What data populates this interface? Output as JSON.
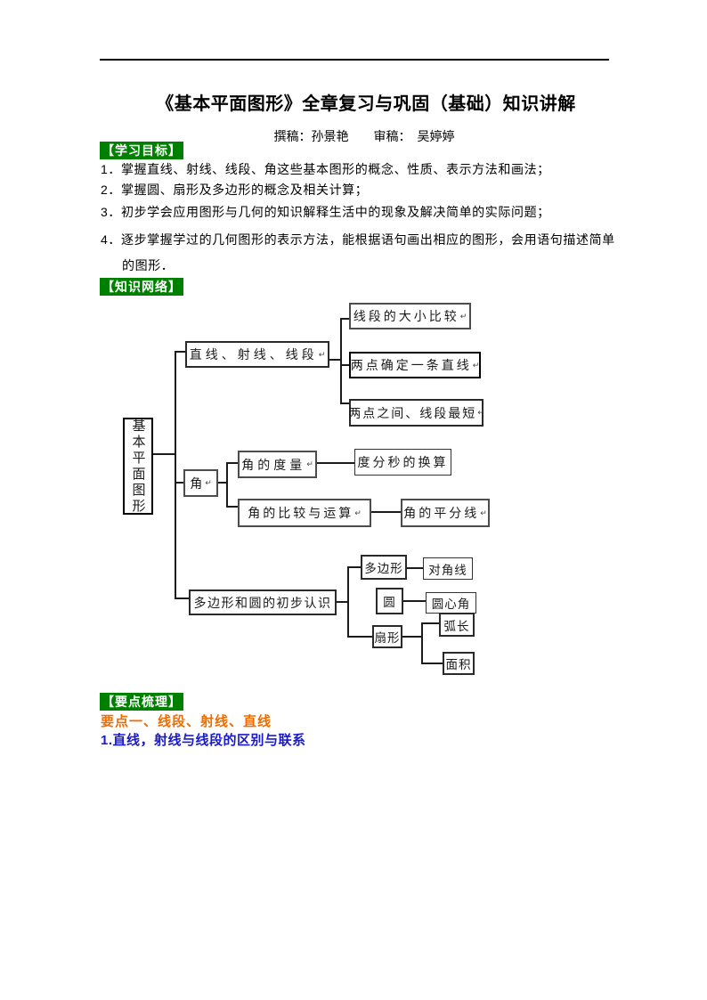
{
  "doc": {
    "title": "《基本平面图形》全章复习与巩固（基础）知识讲解",
    "byline": "撰稿：孙景艳　　审稿：　吴婷婷"
  },
  "objectives": {
    "heading": "【学习目标】",
    "items": [
      "1．掌握直线、射线、线段、角这些基本图形的概念、性质、表示方法和画法；",
      "2．掌握圆、扇形及多边形的概念及相关计算；",
      "3．初步学会应用图形与几何的知识解释生活中的现象及解决简单的实际问题；",
      "4．逐步掌握学过的几何图形的表示方法，能根据语句画出相应的图形，会用语句描述简单",
      "的图形．"
    ]
  },
  "network": {
    "heading": "【知识网络】"
  },
  "key_points": {
    "heading": "【要点梳理】",
    "point_one": "要点一、线段、射线、直线",
    "sub_one": "1.直线，射线与线段的区别与联系"
  },
  "colors": {
    "section_label_bg": "#008000",
    "section_label_text": "#FFFFFF",
    "point_heading_orange": "#EE6C00",
    "sub_heading_blue": "#1A1ACC"
  },
  "diagram": {
    "nodes": {
      "root": {
        "label": "基本平面图形"
      },
      "line_ray_segment": {
        "label": "直线、射线、线段",
        "mark": "↵"
      },
      "segment_compare": {
        "label": "线段的大小比较",
        "mark": "↵"
      },
      "two_points_line": {
        "label": "两点确定一条直线",
        "mark": "↵"
      },
      "two_points_shortest": {
        "label": "两点之间、线段最短",
        "mark": "↵"
      },
      "angle": {
        "label": "角",
        "mark": "↵"
      },
      "angle_measure": {
        "label": "角的度量",
        "mark": "↵"
      },
      "dms_conversion": {
        "label": "度分秒的换算"
      },
      "angle_compare": {
        "label": "角的比较与运算",
        "mark": "↵"
      },
      "angle_bisector": {
        "label": "角的平分线",
        "mark": "↵"
      },
      "poly_circle_intro": {
        "label": "多边形和圆的初步认识"
      },
      "polygon": {
        "label": "多边形"
      },
      "diagonal": {
        "label": "对角线"
      },
      "circle": {
        "label": "圆"
      },
      "central_angle": {
        "label": "圆心角"
      },
      "sector": {
        "label": "扇形"
      },
      "arc_length": {
        "label": "弧长"
      },
      "area": {
        "label": "面积"
      }
    }
  }
}
